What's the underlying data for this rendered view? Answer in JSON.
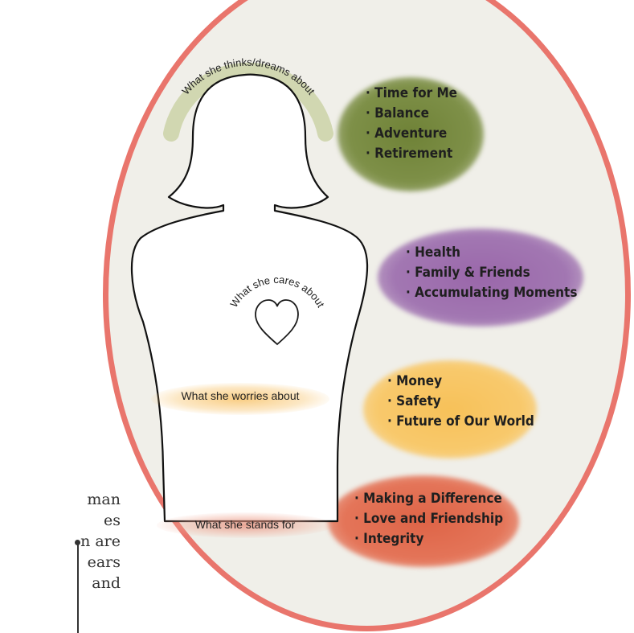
{
  "left_text": {
    "lines": [
      "man",
      "es",
      "n are",
      "ears",
      "and"
    ]
  },
  "labels": {
    "thinks": "What she thinks/dreams about",
    "cares": "What she cares about",
    "worries": "What she worries about",
    "stands": "What she stands for"
  },
  "bubbles": {
    "dreams": {
      "color": "#7a8c42",
      "items": [
        "· Time for Me",
        "· Balance",
        "· Adventure",
        "· Retirement"
      ]
    },
    "cares": {
      "color": "#9c6aac",
      "items": [
        "· Health",
        "· Family & Friends",
        "· Accumulating Moments"
      ]
    },
    "worries": {
      "color": "#f6c25c",
      "items": [
        "· Money",
        "· Safety",
        "· Future of Our World"
      ]
    },
    "stands": {
      "color": "#e06a4e",
      "items": [
        "· Making a Difference",
        "· Love and Friendship",
        "· Integrity"
      ]
    }
  },
  "colors": {
    "circle_border": "#e9756c",
    "circle_fill": "#f0efe9",
    "thinks_glow": "#c7cfa0",
    "cares_glow": "#c3a7cf"
  },
  "icons": [
    "heart-icon",
    "silhouette"
  ]
}
